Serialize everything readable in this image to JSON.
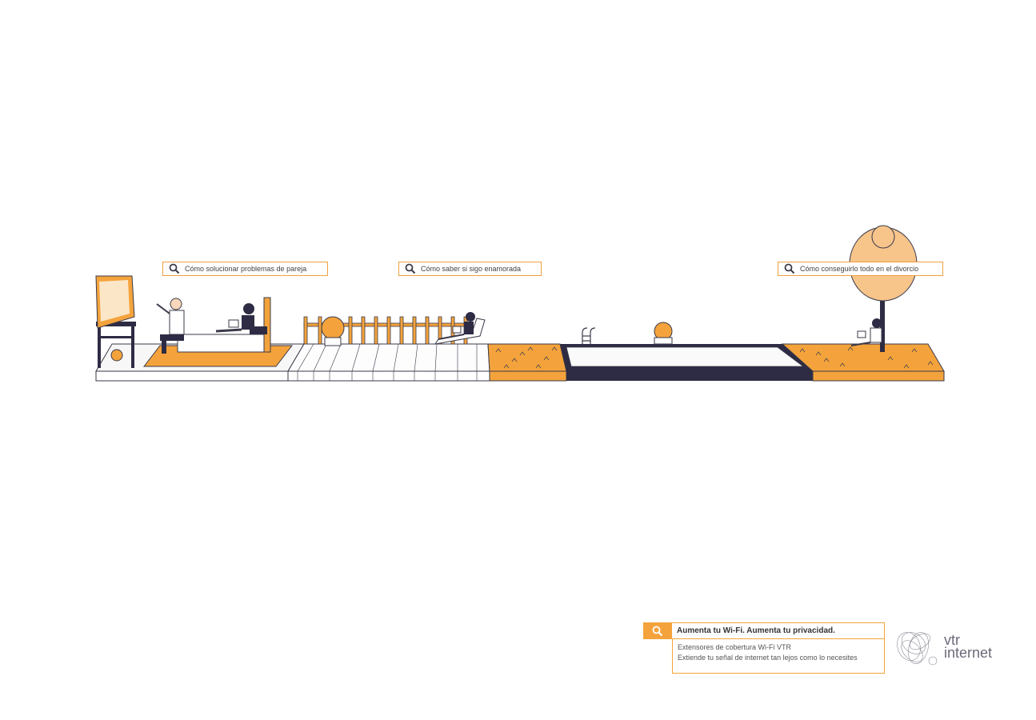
{
  "searches": [
    {
      "text": "Cómo solucionar problemas de pareja"
    },
    {
      "text": "Cómo saber si sigo enamorada"
    },
    {
      "text": "Cómo conseguirlo todo en el divorcio"
    }
  ],
  "promo": {
    "title": "Aumenta tu Wi-Fi. Aumenta tu privacidad.",
    "line1": "Extensores de cobertura Wi-Fi VTR",
    "line2": "Extiende tu señal de internet tan lejos como lo necesites"
  },
  "brand": {
    "line1": "vtr",
    "line2": "internet"
  },
  "colors": {
    "orange": "#f4a33c",
    "navy": "#2e2c44",
    "line": "#3a3a4a"
  },
  "icons": [
    "search-icon",
    "vtr-logo-icon"
  ]
}
